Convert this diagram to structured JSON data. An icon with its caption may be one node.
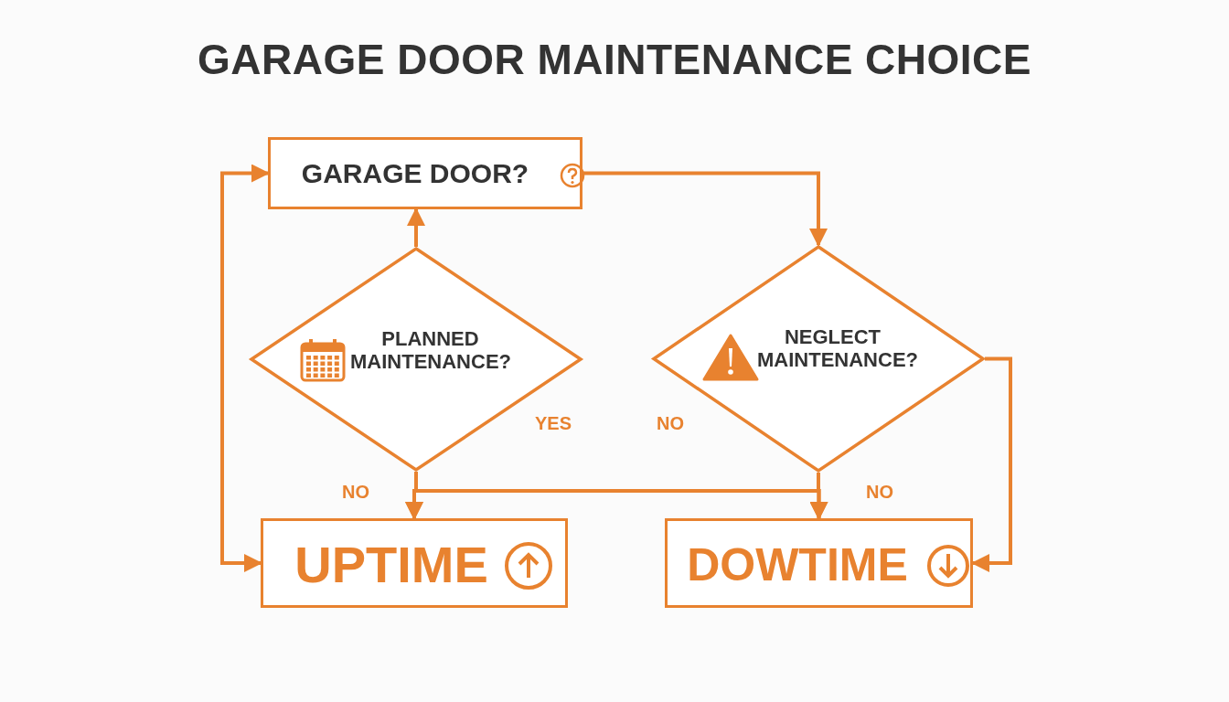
{
  "diagram": {
    "title": "GARAGE DOOR MAINTENANCE CHOICE",
    "nodes": [
      {
        "text": [
          "GARAGE DOOR?"
        ]
      },
      {
        "text": [
          "PLANNED MAINTENANCE?"
        ]
      },
      {
        "text": [
          "NEGLECT MAINTENANCE?"
        ]
      },
      {
        "text": [
          "UPTIME"
        ]
      },
      {
        "text": [
          "DOWTIME"
        ]
      }
    ],
    "edges": [
      {
        "from": 1,
        "to": 0,
        "arrow": "to"
      },
      {
        "from": 0,
        "to": 2,
        "arrow": "to"
      },
      {
        "from": 3,
        "to": 0,
        "arrow": "both"
      },
      {
        "from": 1,
        "to": 3,
        "arrow": "to"
      },
      {
        "from": 1,
        "to": 4,
        "arrow": "to"
      },
      {
        "from": 2,
        "to": 3,
        "arrow": "to"
      },
      {
        "from": 2,
        "to": 4,
        "arrow": "to"
      },
      {
        "from": 2,
        "to": 4,
        "arrow": "to"
      }
    ],
    "labels": [
      "YES",
      "NO",
      "NO",
      "NO"
    ]
  }
}
